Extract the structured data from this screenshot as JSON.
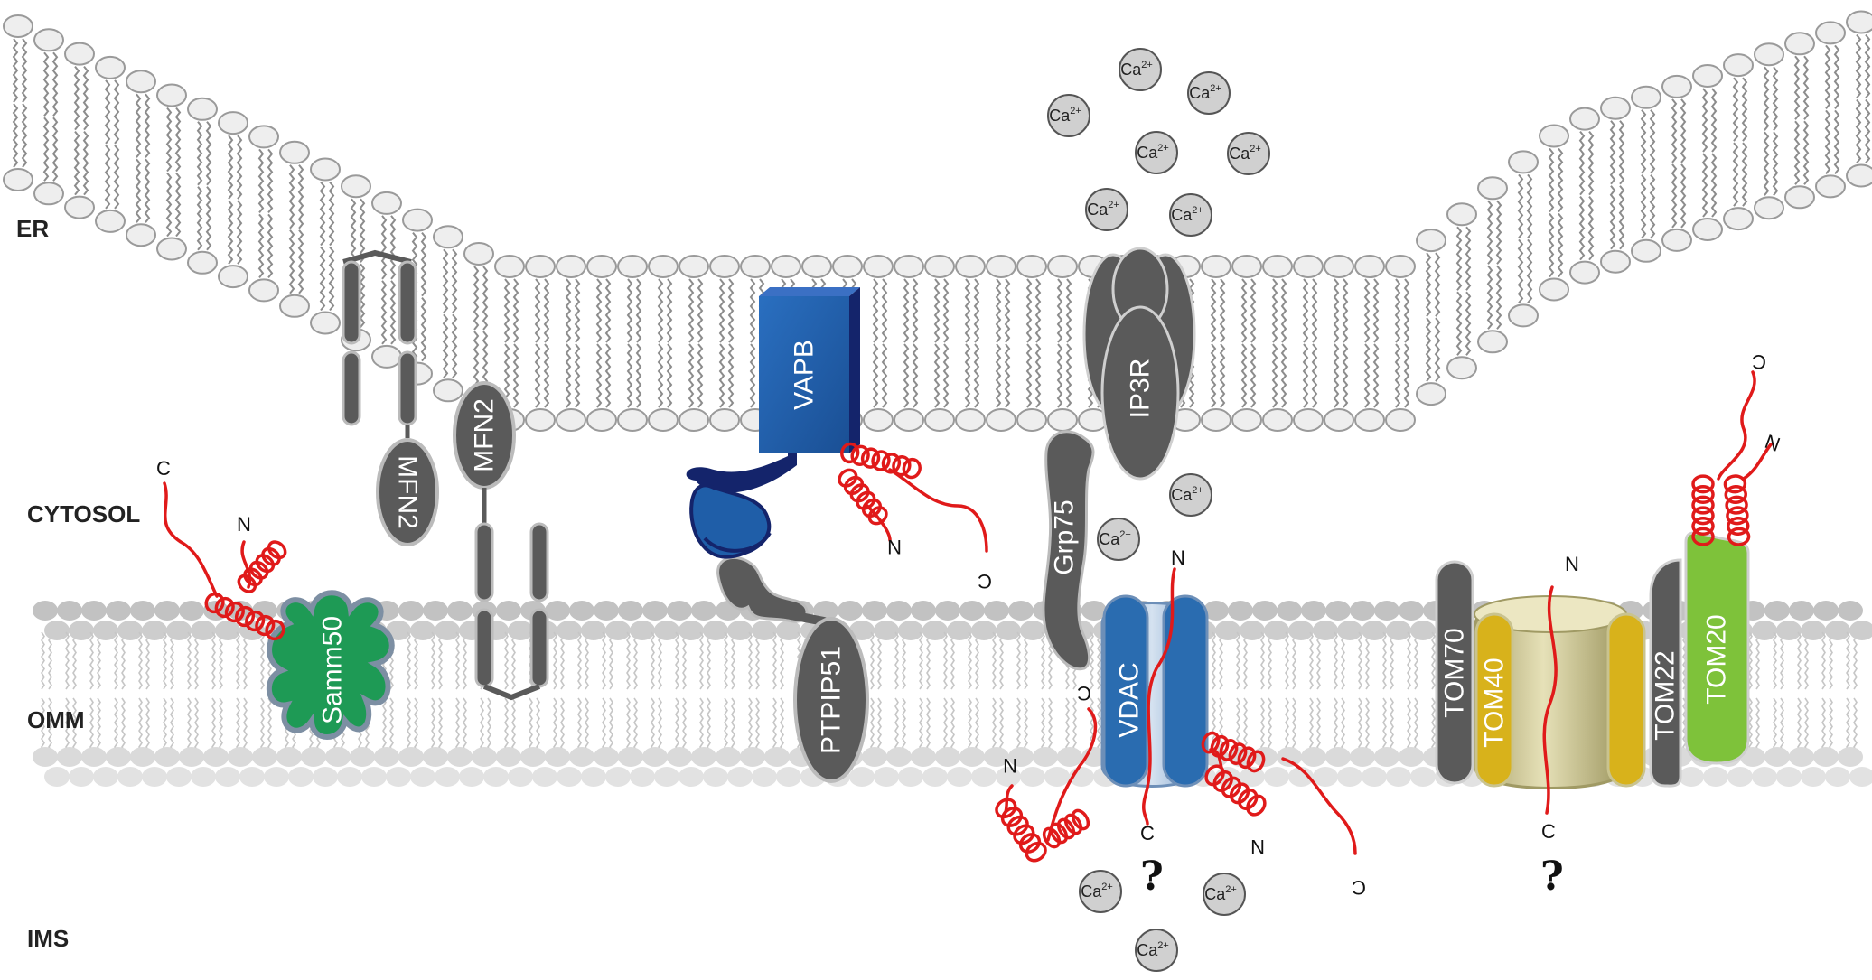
{
  "regions": {
    "er": "ER",
    "cytosol": "CYTOSOL",
    "omm": "OMM",
    "ims": "IMS"
  },
  "proteins": {
    "mfn2_er": "MFN2",
    "mfn2_omm": "MFN2",
    "vapb": "VAPB",
    "ptpip51": "PTPIP51",
    "ip3r": "IP3R",
    "grp75": "Grp75",
    "vdac": "VDAC",
    "samm50": "Samm50",
    "tom70": "TOM70",
    "tom40": "TOM40",
    "tom22": "TOM22",
    "tom20": "TOM20"
  },
  "ion": {
    "symbol": "Ca",
    "charge": "2+"
  },
  "termini": {
    "n": "N",
    "c": "C"
  },
  "unknown_mark": "?",
  "colors": {
    "lipid_head_er": "#eeeeee",
    "lipid_head_stroke": "#9a9a9a",
    "lipid_tail": "#8c8c8c",
    "lipid_head_omm": "#d3d3d3",
    "protein_grey": "#5a5a5a",
    "vapb_blue": "#1f5ea8",
    "vapb_dark": "#14246b",
    "vdac_blue": "#2a6cb0",
    "samm50_green": "#1e9a55",
    "tom20_green": "#7ec23a",
    "tom40_yellow": "#d8b21b",
    "pore_beige": "#c9c38f",
    "peptide_red": "#e01a1a"
  }
}
